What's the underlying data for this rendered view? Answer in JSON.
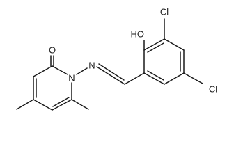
{
  "labels": {
    "O": "O",
    "N1": "N",
    "N2": "N",
    "OH": "HO",
    "Cl1": "Cl",
    "Cl2": "Cl"
  },
  "colors": {
    "ink": "#1a1a1a",
    "background": "#ffffff"
  }
}
